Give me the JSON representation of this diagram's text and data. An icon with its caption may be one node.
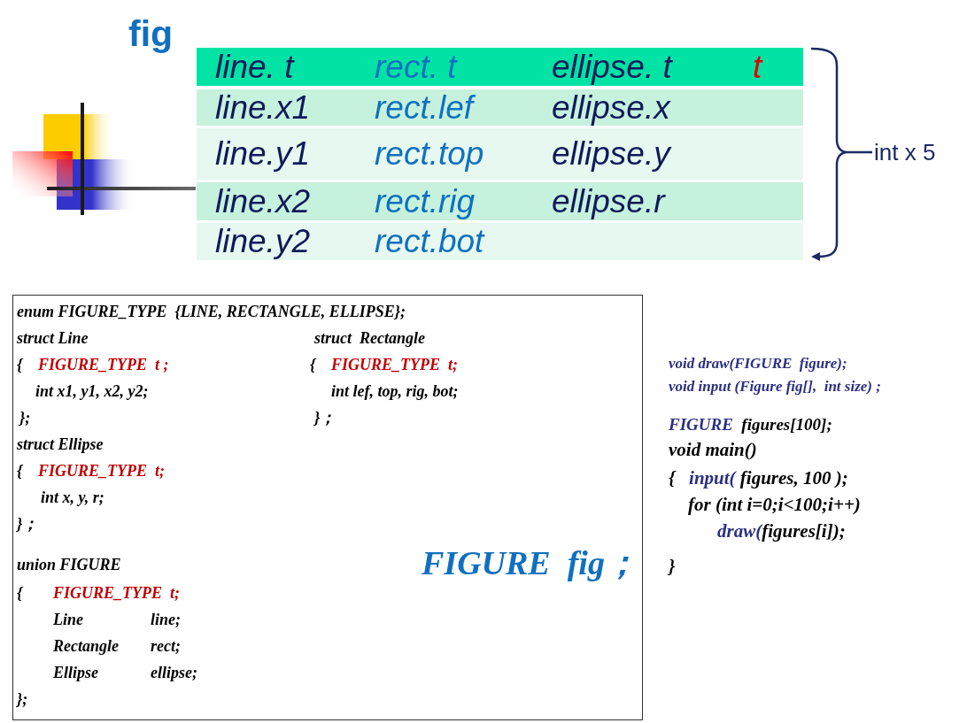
{
  "diagram": {
    "title": "fig",
    "nodes": [
      {
        "text": [
          "line. t",
          "rect. t",
          "ellipse. t",
          "t"
        ]
      },
      {
        "text": [
          "line.x1",
          "rect.lef",
          "ellipse.x"
        ]
      },
      {
        "text": [
          "line.y1",
          "rect.top",
          "ellipse.y"
        ]
      },
      {
        "text": [
          "line.x2",
          "rect.rig",
          "ellipse.r"
        ]
      },
      {
        "text": [
          "line.y2",
          "rect.bot"
        ]
      },
      {
        "text": [
          "enum FIGURE_TYPE  {LINE, RECTANGLE, ELLIPSE};",
          "struct Line",
          "struct  Rectangle",
          "{",
          "FIGURE_TYPE  t ;",
          "{",
          "FIGURE_TYPE  t;",
          "int x1, y1, x2, y2;",
          "int lef, top, rig, bot;",
          "};",
          "}；",
          "struct Ellipse",
          "{",
          "FIGURE_TYPE  t;",
          "int x, y, r;",
          "}；",
          "union FIGURE",
          "FIGURE  fig；",
          "{",
          "FIGURE_TYPE  t;",
          "Line",
          "line;",
          "Rectangle",
          "rect;",
          "Ellipse",
          "ellipse;",
          "};"
        ]
      }
    ],
    "labels": [
      "int x 5",
      "void draw(FIGURE  figure);",
      "void input (Figure fig[],  int size) ;",
      "FIGURE  figures[100];",
      "void main()",
      "{   input( figures, 100 );",
      "for (int i=0;i<100;i++)",
      "draw(figures[i]);",
      "}"
    ]
  }
}
